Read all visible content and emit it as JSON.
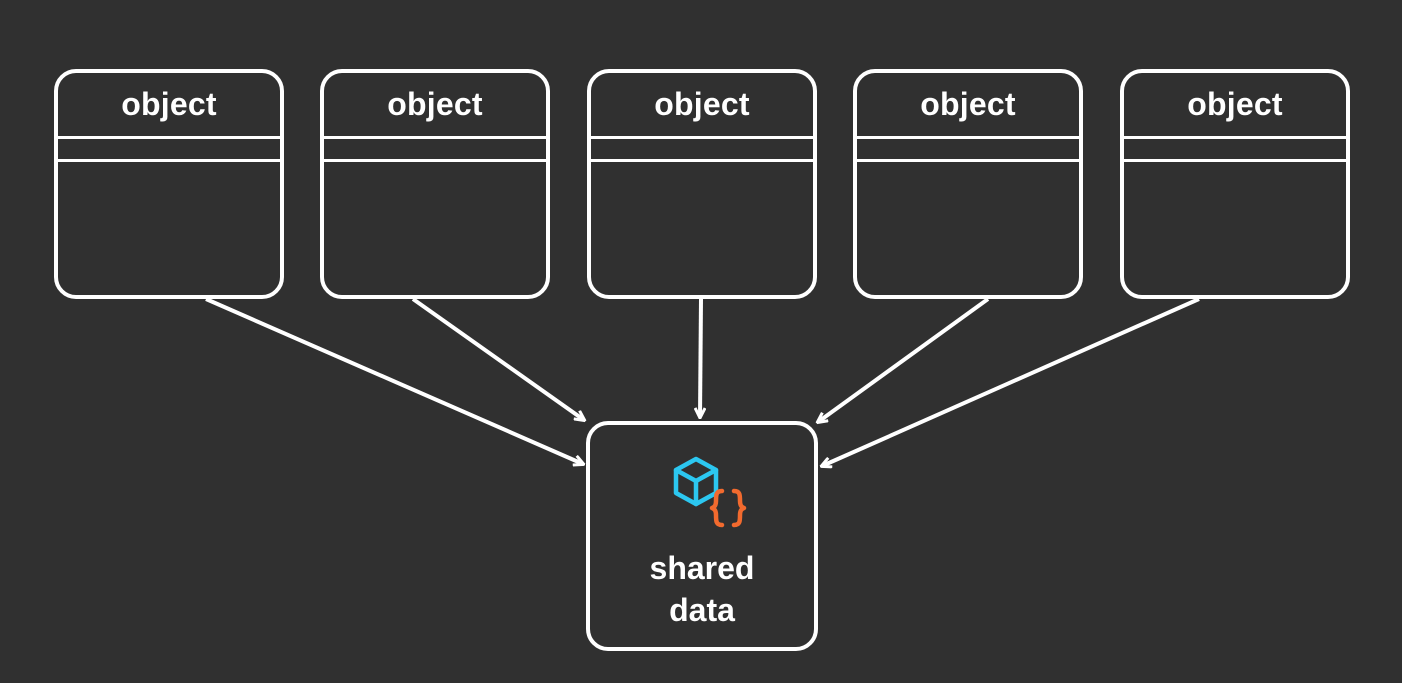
{
  "objects": [
    {
      "label": "object"
    },
    {
      "label": "object"
    },
    {
      "label": "object"
    },
    {
      "label": "object"
    },
    {
      "label": "object"
    }
  ],
  "shared": {
    "line1": "shared",
    "line2": "data",
    "icon": "cube-json-icon"
  },
  "colors": {
    "background": "#303030",
    "stroke": "#ffffff",
    "icon_cube": "#2cc7f0",
    "icon_braces": "#f26a2e"
  }
}
